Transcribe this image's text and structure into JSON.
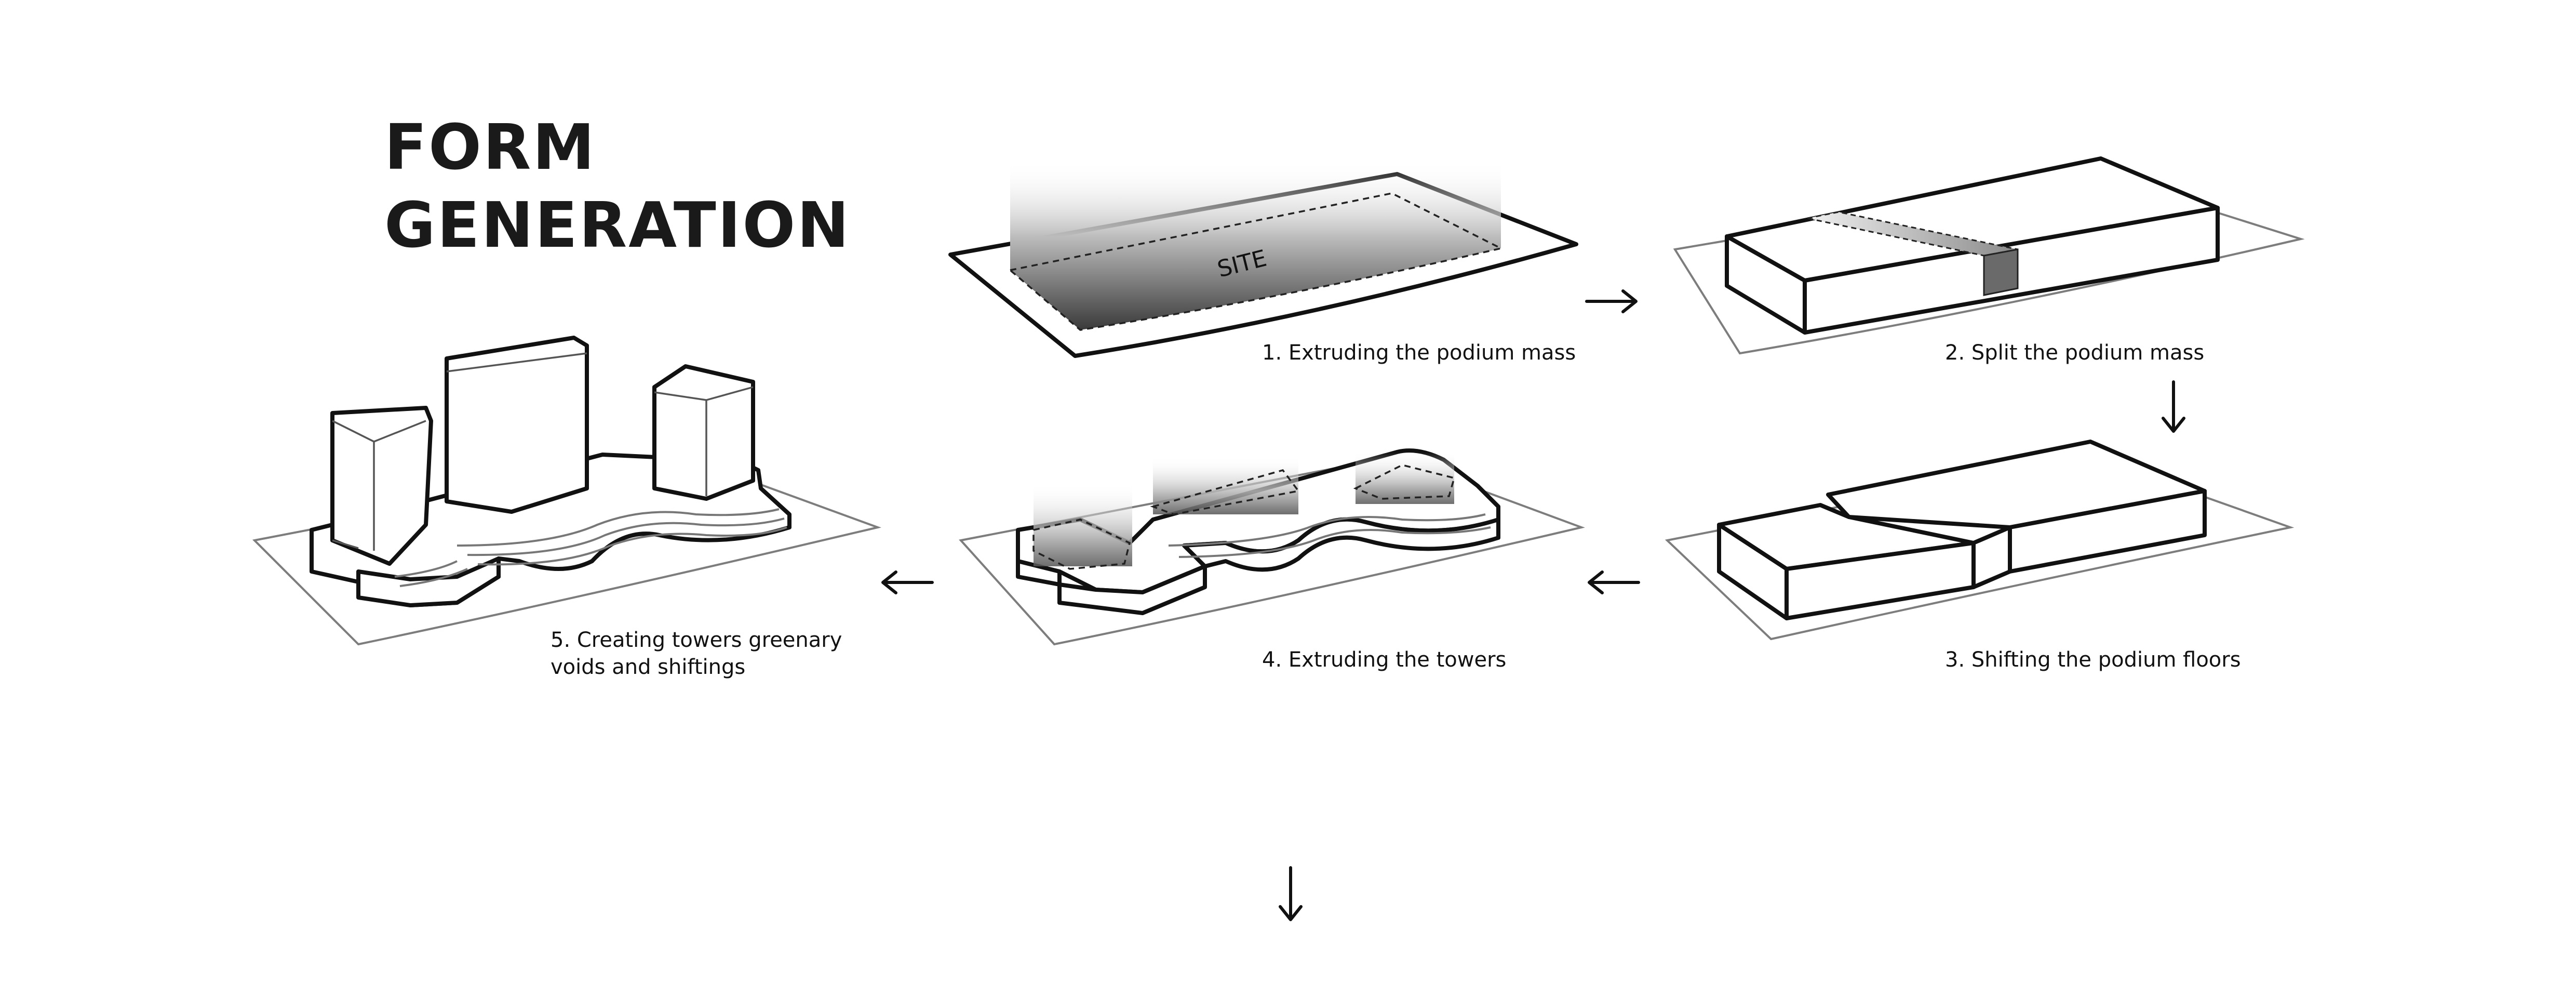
{
  "title": {
    "line1": "FORM",
    "line2": "GENERATION"
  },
  "site_label": "SITE",
  "steps": [
    {
      "label": "1. Extruding the podium mass"
    },
    {
      "label": "2. Split the podium mass"
    },
    {
      "label": "3. Shifting the podium floors"
    },
    {
      "label": "4. Extruding the towers"
    },
    {
      "label_line1": "5. Creating towers greenary",
      "label_line2": "voids and shiftings"
    }
  ],
  "arrows": [
    "arrow-right-icon",
    "arrow-down-icon",
    "arrow-left-icon",
    "arrow-left-icon",
    "arrow-down-icon"
  ],
  "colors": {
    "ink": "#111111",
    "plate": "#7d7d7d",
    "shade_dark": "#3a3a3a",
    "shade_light": "#ffffff"
  }
}
